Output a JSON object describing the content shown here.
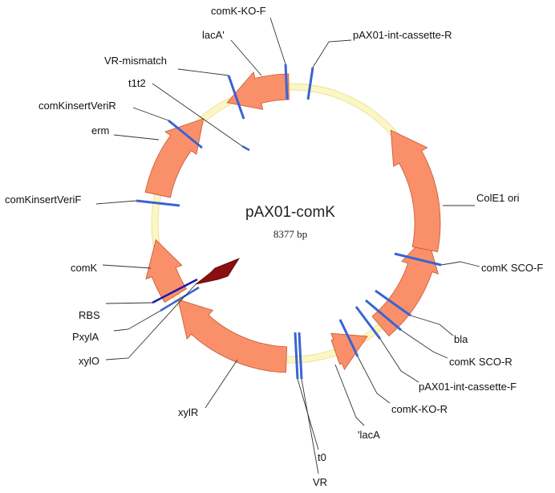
{
  "plasmid": {
    "name": "pAX01-comK",
    "size": "8377 bp"
  },
  "colors": {
    "backbone": "#fbf7c5",
    "backbone_edge": "#e8dc8c",
    "feature_fill": "#f9906a",
    "feature_edge": "#c9532f",
    "primer": "#3a64d2",
    "dark_primer": "#1a1aa8",
    "promoter": "#8b0f0f"
  },
  "labels": {
    "comK_KO_F": "comK-KO-F",
    "lacA_prime": "lacA'",
    "pAX01_int_cassette_R": "pAX01-int-cassette-R",
    "VR_mismatch": "VR-mismatch",
    "t1t2": "t1t2",
    "comKinsertVeriR": "comKinsertVeriR",
    "erm": "erm",
    "comKinsertVeriF": "comKinsertVeriF",
    "ColE1_ori": "ColE1 ori",
    "comK_SCO_F": "comK SCO-F",
    "comK": "comK",
    "RBS": "RBS",
    "PxylA": "PxylA",
    "xylO": "xylO",
    "bla": "bla",
    "comK_SCO_R": "comK SCO-R",
    "pAX01_int_cassette_F": "pAX01-int-cassette-F",
    "xylR": "xylR",
    "comK_KO_R": "comK-KO-R",
    "lacA_left": "'lacA",
    "t0": "t0",
    "VR": "VR"
  }
}
